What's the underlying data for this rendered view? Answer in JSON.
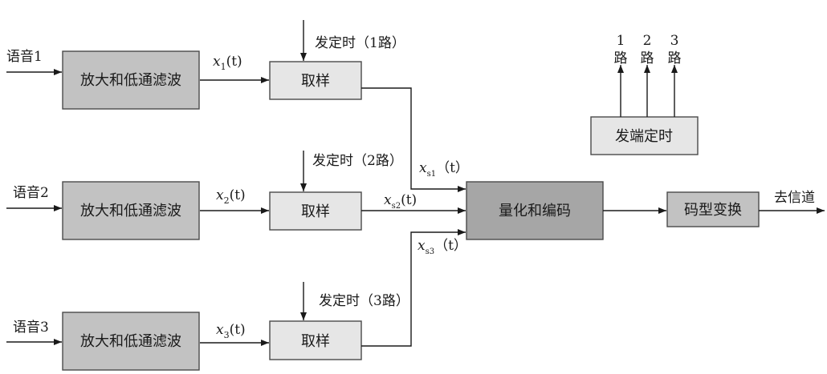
{
  "inputs": [
    "语音1",
    "语音2",
    "语音3"
  ],
  "amp_filter_label": "放大和低通滤波",
  "sample_label": "取样",
  "timing_labels": [
    "发定时（1路）",
    "发定时（2路）",
    "发定时（3路）"
  ],
  "signals": {
    "x1": {
      "main": "x",
      "sub": "1",
      "arg": "(t)"
    },
    "x2": {
      "main": "x",
      "sub": "2",
      "arg": "(t)"
    },
    "x3": {
      "main": "x",
      "sub": "3",
      "arg": "(t)"
    },
    "xs1": {
      "main": "x",
      "sub": "s1",
      "arg": "（t）"
    },
    "xs2": {
      "main": "x",
      "sub": "s2",
      "arg": "(t)"
    },
    "xs3": {
      "main": "x",
      "sub": "s3",
      "arg": "（t）"
    }
  },
  "quantize_label": "量化和编码",
  "code_convert_label": "码型变换",
  "output_label": "去信道",
  "tx_timing_label": "发端定时",
  "tx_channels": [
    {
      "num": "1",
      "unit": "路"
    },
    {
      "num": "2",
      "unit": "路"
    },
    {
      "num": "3",
      "unit": "路"
    }
  ]
}
